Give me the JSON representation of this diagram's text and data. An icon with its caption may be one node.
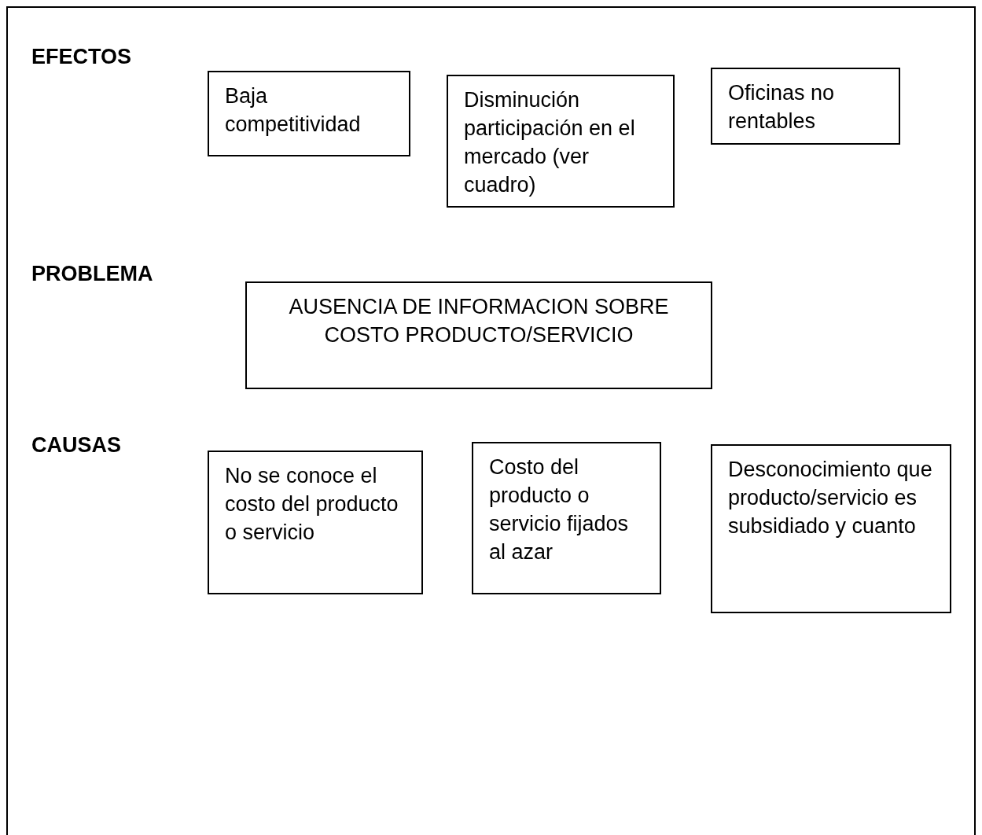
{
  "diagram": {
    "nodes": [
      {
        "text": [
          "Baja competitividad"
        ]
      },
      {
        "text": [
          "Disminución participación en el mercado (ver cuadro)"
        ]
      },
      {
        "text": [
          "Oficinas no rentables"
        ]
      },
      {
        "text": [
          "AUSENCIA DE INFORMACION SOBRE COSTO PRODUCTO/SERVICIO"
        ]
      },
      {
        "text": [
          "No se conoce el costo del producto o servicio"
        ]
      },
      {
        "text": [
          "Costo del producto o servicio fijados al azar"
        ]
      },
      {
        "text": [
          "Desconocimiento que producto/servicio es subsidiado y cuanto"
        ]
      }
    ],
    "labels": [
      "EFECTOS",
      "PROBLEMA",
      "CAUSAS"
    ]
  }
}
